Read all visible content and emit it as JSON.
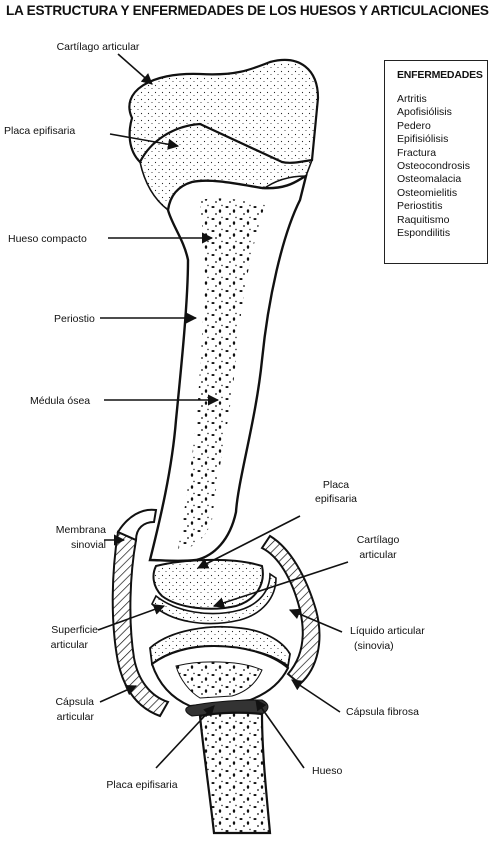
{
  "title": "LA ESTRUCTURA Y ENFERMEDADES DE LOS HUESOS Y ARTICULACIONES",
  "diseases": {
    "heading": "ENFERMEDADES",
    "items": [
      "Artritis",
      "Apofisiólisis",
      "Pedero",
      "Epifisiólisis",
      "Fractura",
      "Osteocondrosis",
      "Osteomalacia",
      "Osteomielitis",
      "Periostitis",
      "Raquitismo",
      "Espondilitis"
    ]
  },
  "labels": {
    "cartilago_articular_top": "Cartílago articular",
    "placa_epifisaria_top": "Placa epifisaria",
    "hueso_compacto": "Hueso compacto",
    "periostio": "Periostio",
    "medula_osea": "Médula ósea",
    "membrana_sinovial": [
      "Membrana",
      "sinovial"
    ],
    "superficie_articular": [
      "Superficie",
      "articular"
    ],
    "capsula_articular": [
      "Cápsula",
      "articular"
    ],
    "placa_epifisaria_bottom": "Placa epifisaria",
    "placa_epifisaria_mid": [
      "Placa",
      "epifisaria"
    ],
    "cartilago_articular_right": [
      "Cartílago",
      "articular"
    ],
    "liquido_articular": [
      "Líquido articular",
      "(sinovia)"
    ],
    "capsula_fibrosa": "Cápsula fibrosa",
    "hueso": "Hueso"
  }
}
